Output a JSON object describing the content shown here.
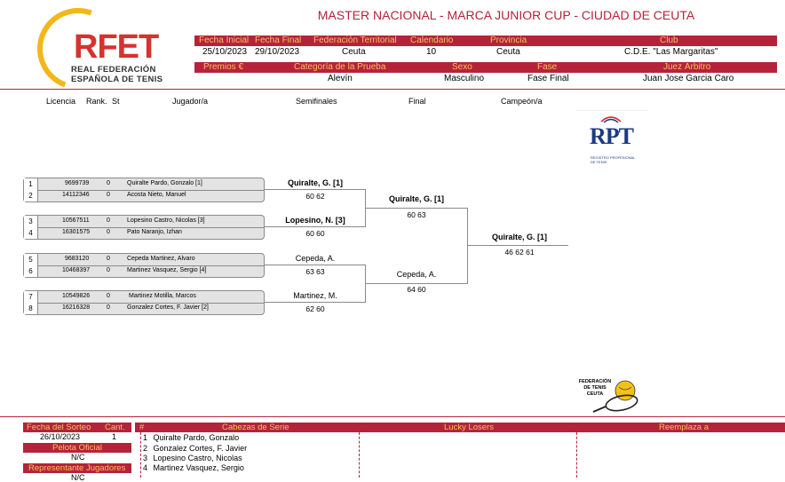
{
  "title": "MASTER NACIONAL - MARCA JUNIOR CUP - CIUDAD DE CEUTA",
  "logo": {
    "main": "RFET",
    "sub1": "REAL FEDERACIÓN",
    "sub2": "ESPAÑOLA DE TENIS"
  },
  "info_headers": [
    "Fecha Inicial",
    "Fecha Final",
    "Federación Territorial",
    "Calendario",
    "Provincia",
    "Club"
  ],
  "info_values": [
    "25/10/2023",
    "29/10/2023",
    "Ceuta",
    "10",
    "Ceuta",
    "C.D.E. \"Las Margaritas\""
  ],
  "info_headers2": [
    "Premios €",
    "Categoría de la Prueba",
    "Sexo",
    "Fase",
    "Juez Árbitro"
  ],
  "info_values2": [
    "",
    "Alevín",
    "Masculino",
    "Fase Final",
    "Juan Jose Garcia Caro"
  ],
  "columns": [
    "Licencia",
    "Rank.",
    "St",
    "Jugador/a",
    "Semifinales",
    "Final",
    "Campeón/a"
  ],
  "rpt": {
    "word": "RPT",
    "sub1": "REGISTRO PROFESIONAL",
    "sub2": "DE TENIS"
  },
  "players": [
    {
      "seed": "1",
      "licencia": "9699739",
      "rank": "0",
      "name": "Quiralte Pardo, Gonzalo [1]"
    },
    {
      "seed": "2",
      "licencia": "14112346",
      "rank": "0",
      "name": "Acosta Nieto, Manuel"
    },
    {
      "seed": "3",
      "licencia": "10567511",
      "rank": "0",
      "name": "Lopesino Castro, Nicolas [3]"
    },
    {
      "seed": "4",
      "licencia": "16301575",
      "rank": "0",
      "name": "Pato Naranjo, Izhan"
    },
    {
      "seed": "5",
      "licencia": "9683120",
      "rank": "0",
      "name": "Cepeda Martinez, Alvaro"
    },
    {
      "seed": "6",
      "licencia": "10468397",
      "rank": "0",
      "name": "Martinez Vasquez, Sergio [4]"
    },
    {
      "seed": "7",
      "licencia": "10549826",
      "rank": "0",
      "name": "Martinez Motilla, Marcos"
    },
    {
      "seed": "8",
      "licencia": "16216328",
      "rank": "0",
      "name": "Gonzalez Cortes, F. Javier [2]"
    }
  ],
  "semis": [
    {
      "name": "Quiralte, G. [1]",
      "score": "60 62"
    },
    {
      "name": "Lopesino, N. [3]",
      "score": "60 60"
    },
    {
      "name": "Cepeda, A.",
      "score": "63 63"
    },
    {
      "name": "Martinez, M.",
      "score": "62 60"
    }
  ],
  "finals": [
    {
      "name": "Quiralte, G. [1]",
      "score": "60 63"
    },
    {
      "name": "Cepeda, A.",
      "score": "64 60"
    }
  ],
  "champion": {
    "name": "Quiralte, G. [1]",
    "score": "46 62 61"
  },
  "fed_logo": {
    "l1": "FEDERACIÓN",
    "l2": "DE TENIS",
    "l3": "CEUTA"
  },
  "bottom_headers": [
    "Fecha del Sorteo",
    "Cant.",
    "#",
    "Cabezas de Serie",
    "Lucky Losers",
    "Reemplaza a"
  ],
  "sorteo": {
    "fecha": "26/10/2023",
    "cant": "1"
  },
  "pelota_label": "Pelota Oficial",
  "pelota_value": "N/C",
  "representante_label": "Representante Jugadores",
  "representante_value": "N/C",
  "seeds": [
    {
      "n": "1",
      "name": "Quiralte Pardo, Gonzalo"
    },
    {
      "n": "2",
      "name": "Gonzalez Cortes, F. Javier"
    },
    {
      "n": "3",
      "name": "Lopesino Castro, Nicolas"
    },
    {
      "n": "4",
      "name": "Martinez Vasquez, Sergio"
    }
  ],
  "colors": {
    "brand": "#b5233a",
    "header_text": "#f4c35a",
    "logo_red": "#d6322e",
    "logo_gold": "#f3b71a"
  }
}
